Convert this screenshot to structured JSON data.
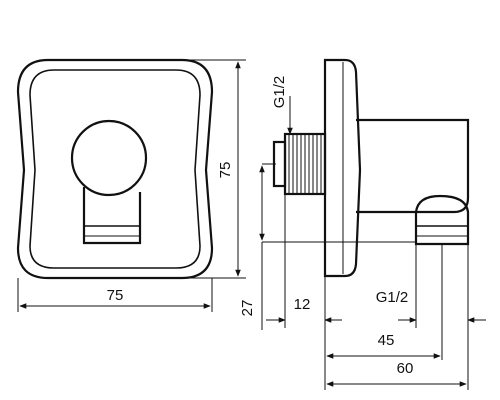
{
  "dimensions": {
    "front_width": "75",
    "front_height": "75",
    "thread_top": "G1/2",
    "thread_bottom": "G1/2",
    "offset_height": "27",
    "thread_length": "12",
    "depth_45": "45",
    "depth_60": "60"
  },
  "colors": {
    "line": "#111111",
    "background": "#ffffff"
  }
}
